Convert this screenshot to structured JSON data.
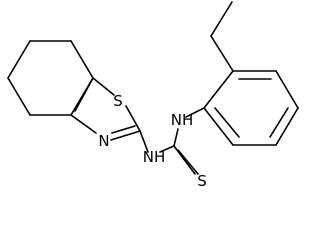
{
  "molecule": {
    "atoms": {
      "sulfur_ring": "S",
      "nitrogen_ring": "N",
      "amine_upper": "NH",
      "amine_lower": "NH",
      "sulfur_thione": "S"
    }
  }
}
